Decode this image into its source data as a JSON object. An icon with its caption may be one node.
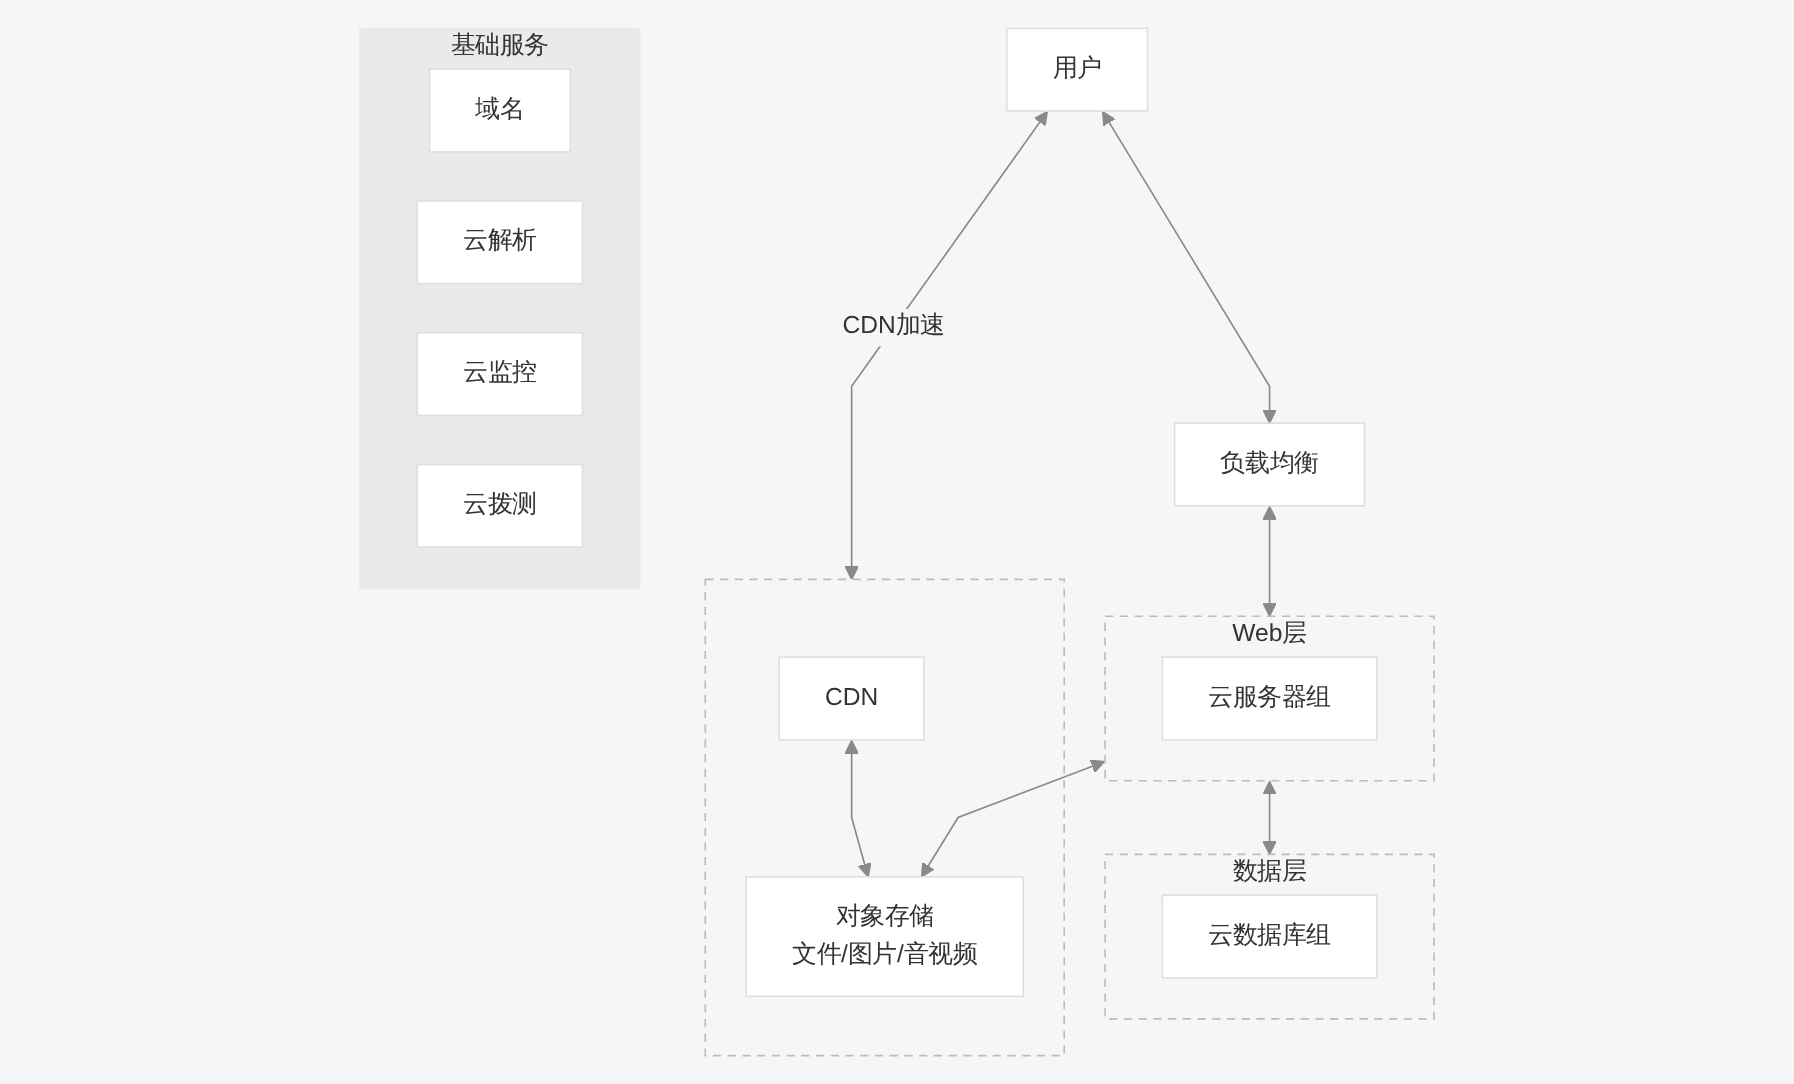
{
  "diagram": {
    "nodes": [
      {
        "text": [
          "基础服务"
        ]
      },
      {
        "text": [
          "域名"
        ],
        "in": 0
      },
      {
        "text": [
          "云解析"
        ],
        "in": 0
      },
      {
        "text": [
          "云监控"
        ],
        "in": 0
      },
      {
        "text": [
          "云拨测"
        ],
        "in": 0
      },
      {
        "text": [
          "用户"
        ]
      },
      {
        "text": [
          "负载均衡"
        ]
      },
      {
        "text": [
          "Web层"
        ]
      },
      {
        "text": [
          "云服务器组"
        ],
        "in": 7
      },
      {
        "text": [
          "数据层"
        ]
      },
      {
        "text": [
          "云数据库组"
        ],
        "in": 9
      },
      {
        "text": [],
        "shape": "box"
      },
      {
        "text": [
          "CDN"
        ],
        "in": 11
      },
      {
        "text": [
          "对象存储",
          "文件/图片/音视频"
        ],
        "in": 11
      }
    ],
    "edges": [
      {
        "from": 5,
        "to": 6,
        "arrow": "both"
      },
      {
        "from": 6,
        "to": 7,
        "arrow": "both"
      },
      {
        "from": 7,
        "to": 9,
        "arrow": "both"
      },
      {
        "from": 5,
        "to": 11,
        "arrow": "both",
        "label": "CDN加速"
      },
      {
        "from": 12,
        "to": 13,
        "arrow": "both"
      },
      {
        "from": 7,
        "to": 13,
        "arrow": "both"
      }
    ]
  }
}
